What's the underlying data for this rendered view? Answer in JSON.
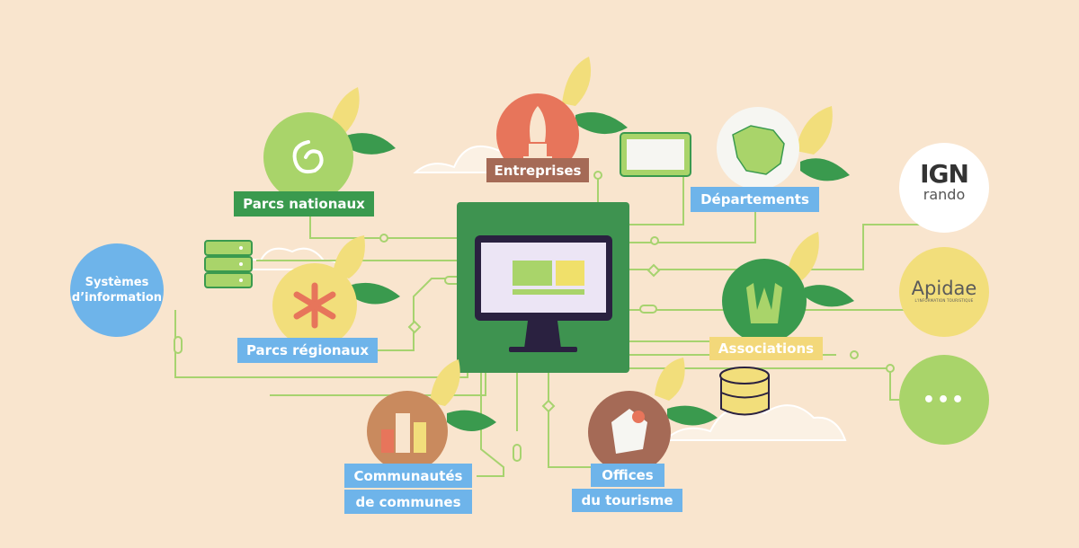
{
  "nodes": {
    "parcs_nationaux": "Parcs nationaux",
    "entreprises": "Entreprises",
    "departements": "Départements",
    "systemes_line1": "Systèmes",
    "systemes_line2": "d’information",
    "parcs_regionaux": "Parcs régionaux",
    "associations": "Associations",
    "communautes_line1": "Communautés",
    "communautes_line2": "de communes",
    "offices_line1": "Offices",
    "offices_line2": "du tourisme",
    "more": "•••"
  },
  "logos": {
    "ign_main": "IGN",
    "ign_sub": "rando",
    "apidae_main": "Apidae",
    "apidae_sub": "L'INFORMATION TOURISTIQUE"
  },
  "colors": {
    "background": "#f9e5ce",
    "line": "#9fcf6a",
    "green_label": "#3a9a4e",
    "blue_label": "#6eb4ea",
    "brown_label": "#a56a56",
    "yellow_label": "#f3d87a",
    "screen_bg": "#3e9350"
  }
}
